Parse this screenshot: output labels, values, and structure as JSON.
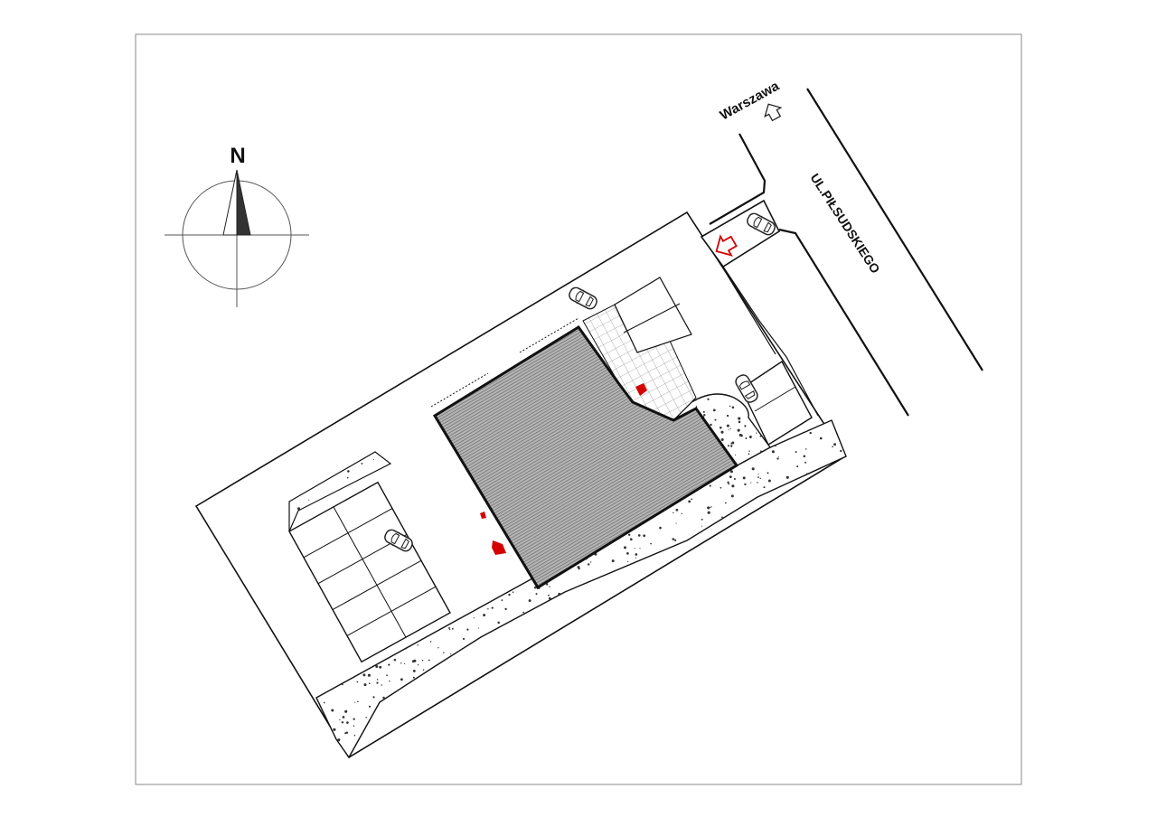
{
  "labels": {
    "north": "N",
    "city": "Warszawa",
    "street": "UL.PIŁSUDSKIEGO"
  },
  "colors": {
    "outline": "#111111",
    "building_fill": "#8a8a8a",
    "entrance_marker": "#d40000",
    "gravel_dot": "#333333",
    "background": "#ffffff"
  },
  "icons": {
    "north_arrow": "north-arrow-icon",
    "direction_arrow": "direction-arrow-icon",
    "car": "car-icon",
    "entrance": "entrance-arrow-icon"
  }
}
